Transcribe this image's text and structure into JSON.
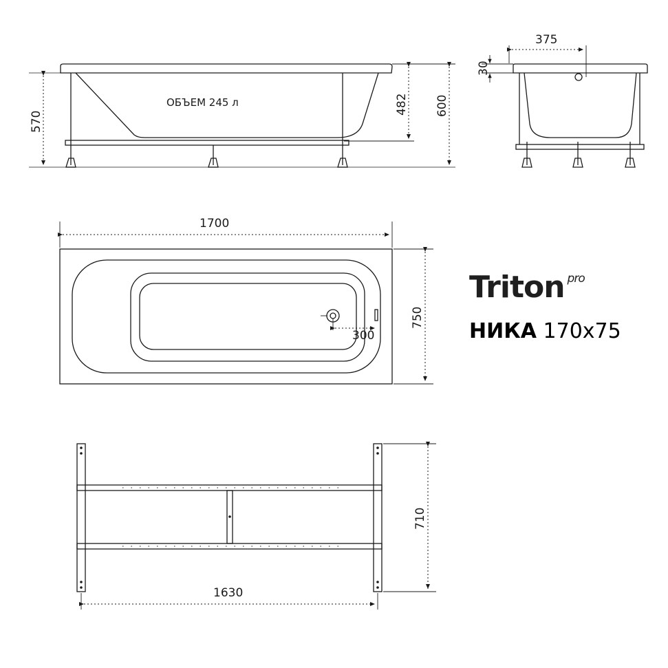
{
  "brand": {
    "name": "Triton",
    "suffix": "pro"
  },
  "model": {
    "name": "НИКА",
    "size": "170x75"
  },
  "side_view": {
    "volume_label": "ОБЪЕМ 245 л",
    "dims": {
      "leg_height": "570",
      "depth": "482",
      "total_height": "600"
    }
  },
  "end_view": {
    "dims": {
      "rim": "30",
      "drain_offset": "375"
    }
  },
  "top_view": {
    "dims": {
      "length": "1700",
      "width": "750",
      "drain": "300"
    }
  },
  "frame_view": {
    "dims": {
      "width": "710",
      "length": "1630"
    }
  }
}
